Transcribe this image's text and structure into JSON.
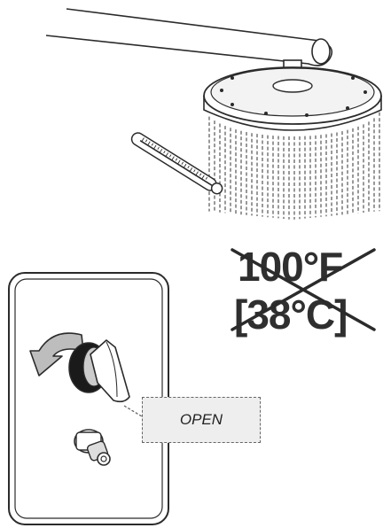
{
  "temperature": {
    "fahrenheit_label": "100°F",
    "celsius_label": "[38°C]"
  },
  "valve": {
    "open_label": "OPEN"
  },
  "colors": {
    "line": "#2b2b2b",
    "arrow_fill": "#bdbdbd",
    "callout_fill": "#eeeeee",
    "handle_dark": "#1a1a1a"
  },
  "icons": {
    "shower_head": "shower-head-icon",
    "thermometer": "thermometer-icon",
    "rotate_arrow": "rotate-left-arrow-icon",
    "valve_handle": "valve-handle-icon",
    "diverter": "diverter-knob-icon"
  }
}
